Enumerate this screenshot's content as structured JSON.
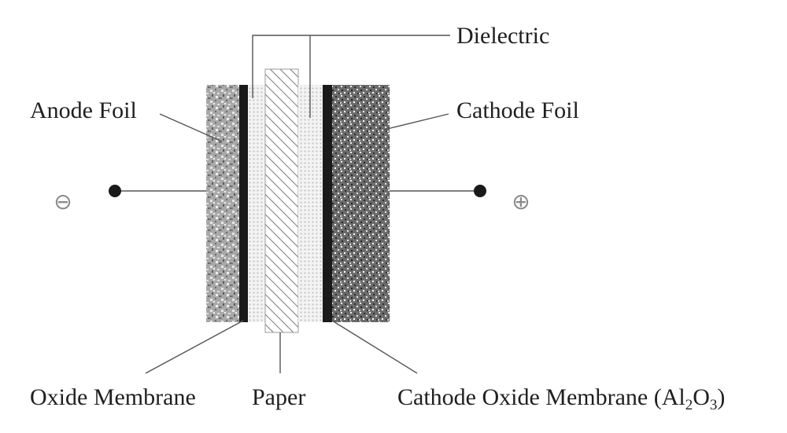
{
  "labels": {
    "dielectric": "Dielectric",
    "anode_foil": "Anode Foil",
    "cathode_foil": "Cathode Foil",
    "oxide_membrane": "Oxide Membrane",
    "paper": "Paper",
    "cathode_oxide_membrane_prefix": "Cathode Oxide Membrane (Al",
    "cathode_oxide_sub1": "2",
    "cathode_oxide_mid": "O",
    "cathode_oxide_sub2": "3",
    "cathode_oxide_suffix": ")"
  },
  "terminals": {
    "negative_symbol": "⊖",
    "positive_symbol": "⊕"
  },
  "colors": {
    "anode_foil": "#9c9c9c",
    "cathode_foil": "#6e6e6e",
    "oxide_layer": "#1a1a1a",
    "paper_hatch": "#7a7a7a",
    "dielectric_dots": "#cfcfcf",
    "terminal_dot": "#1a1a1a"
  }
}
